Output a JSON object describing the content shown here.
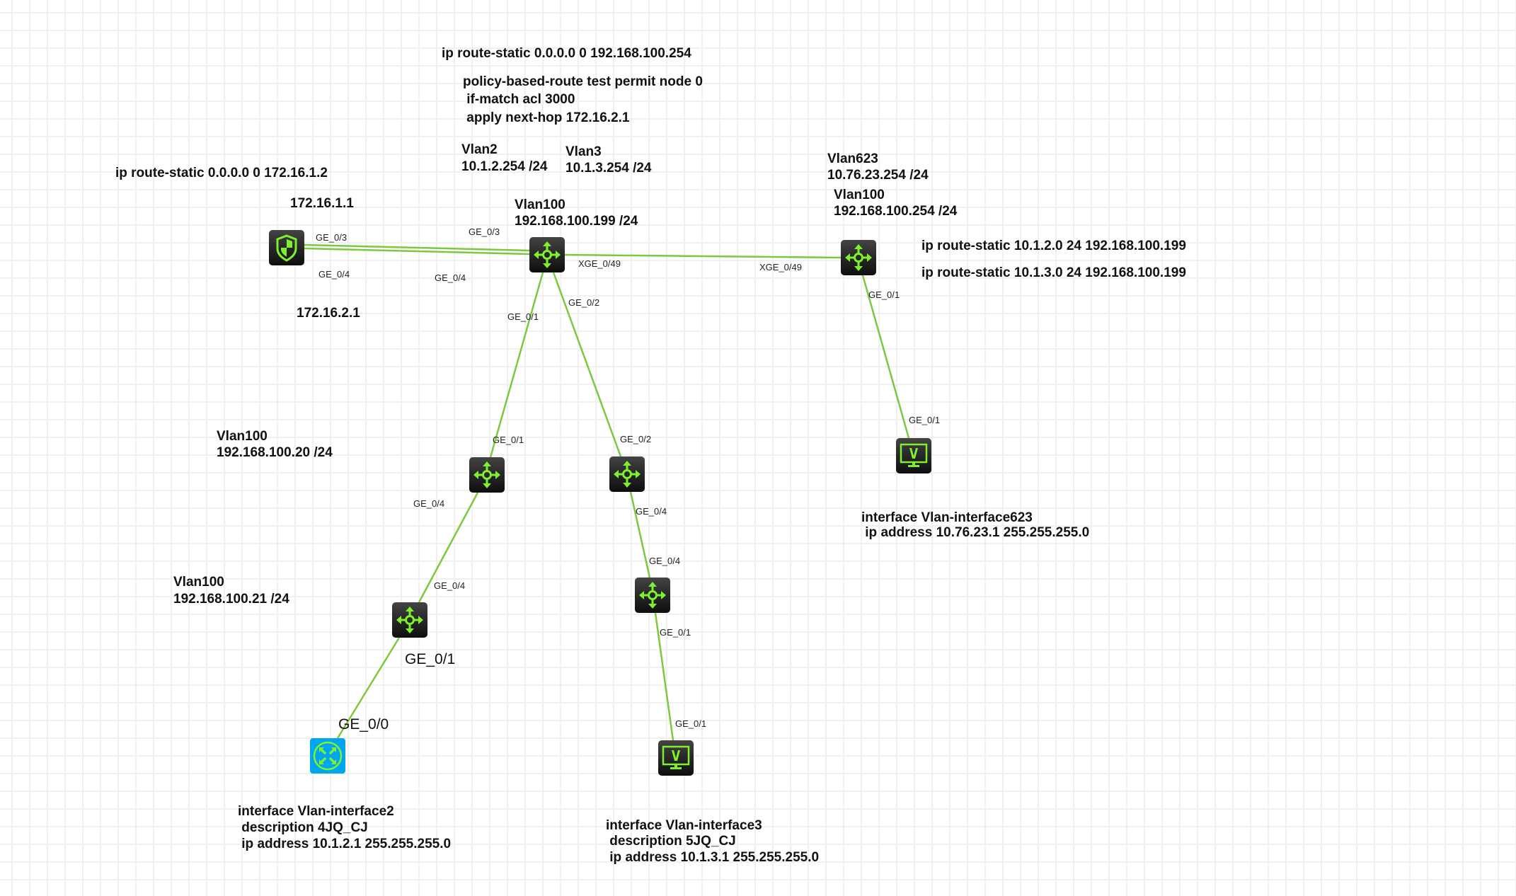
{
  "colors": {
    "link": "#7cc940",
    "icon_green": "#7ef02e",
    "router_bg": "#00a6f0",
    "grid": "#f0f0f0"
  },
  "annotations": {
    "core_default_route": "ip route-static 0.0.0.0 0 192.168.100.254",
    "pbr_line1": "policy-based-route test permit node 0",
    "pbr_line2": " if-match acl 3000",
    "pbr_line3": " apply next-hop 172.16.2.1",
    "vlan2_name": "Vlan2",
    "vlan2_ip": "10.1.2.254 /24",
    "vlan3_name": "Vlan3",
    "vlan3_ip": "10.1.3.254 /24",
    "core_vlan100_name": "Vlan100",
    "core_vlan100_ip": "192.168.100.199 /24",
    "fw_default_route": "ip route-static 0.0.0.0 0 172.16.1.2",
    "fw_ip1": "172.16.1.1",
    "fw_ip2": "172.16.2.1",
    "agg_vlan623_name": "Vlan623",
    "agg_vlan623_ip": "10.76.23.254 /24",
    "agg_vlan100_name": "Vlan100",
    "agg_vlan100_ip": "192.168.100.254 /24",
    "agg_route1": "ip route-static 10.1.2.0 24 192.168.100.199",
    "agg_route2": "ip route-static 10.1.3.0 24 192.168.100.199",
    "swA_vlan_name": "Vlan100",
    "swA_vlan_ip": "192.168.100.20 /24",
    "swB_vlan_name": "Vlan100",
    "swB_vlan_ip": "192.168.100.21 /24",
    "pc623_line1": "interface Vlan-interface623",
    "pc623_line2": " ip address 10.76.23.1 255.255.255.0",
    "router_line1": "interface Vlan-interface2",
    "router_line2": " description 4JQ_CJ",
    "router_line3": " ip address 10.1.2.1 255.255.255.0",
    "pc3_line1": "interface Vlan-interface3",
    "pc3_line2": " description 5JQ_CJ",
    "pc3_line3": " ip address 10.1.3.1 255.255.255.0"
  },
  "devices": [
    {
      "id": "firewall",
      "type": "firewall-icon"
    },
    {
      "id": "core-switch",
      "type": "switch-icon"
    },
    {
      "id": "agg-switch",
      "type": "switch-icon"
    },
    {
      "id": "switch-a",
      "type": "switch-icon"
    },
    {
      "id": "switch-b",
      "type": "switch-icon"
    },
    {
      "id": "switch-c",
      "type": "switch-icon"
    },
    {
      "id": "switch-d",
      "type": "switch-icon"
    },
    {
      "id": "router",
      "type": "router-icon"
    },
    {
      "id": "pc-vlan3",
      "type": "pc-icon"
    },
    {
      "id": "pc-vlan623",
      "type": "pc-icon"
    }
  ],
  "ports": {
    "fw_ge03": "GE_0/3",
    "fw_ge04": "GE_0/4",
    "core_ge03": "GE_0/3",
    "core_ge04": "GE_0/4",
    "core_xge049": "XGE_0/49",
    "agg_xge049": "XGE_0/49",
    "core_ge01": "GE_0/1",
    "core_ge02": "GE_0/2",
    "agg_ge01": "GE_0/1",
    "pc623_ge01": "GE_0/1",
    "swA_ge01": "GE_0/1",
    "swA_ge04": "GE_0/4",
    "swB_ge04": "GE_0/4",
    "swB_ge01": "GE_0/1",
    "router_ge00": "GE_0/0",
    "swC_ge02": "GE_0/2",
    "swC_ge04": "GE_0/4",
    "swD_ge04": "GE_0/4",
    "swD_ge01": "GE_0/1",
    "pc3_ge01": "GE_0/1"
  }
}
